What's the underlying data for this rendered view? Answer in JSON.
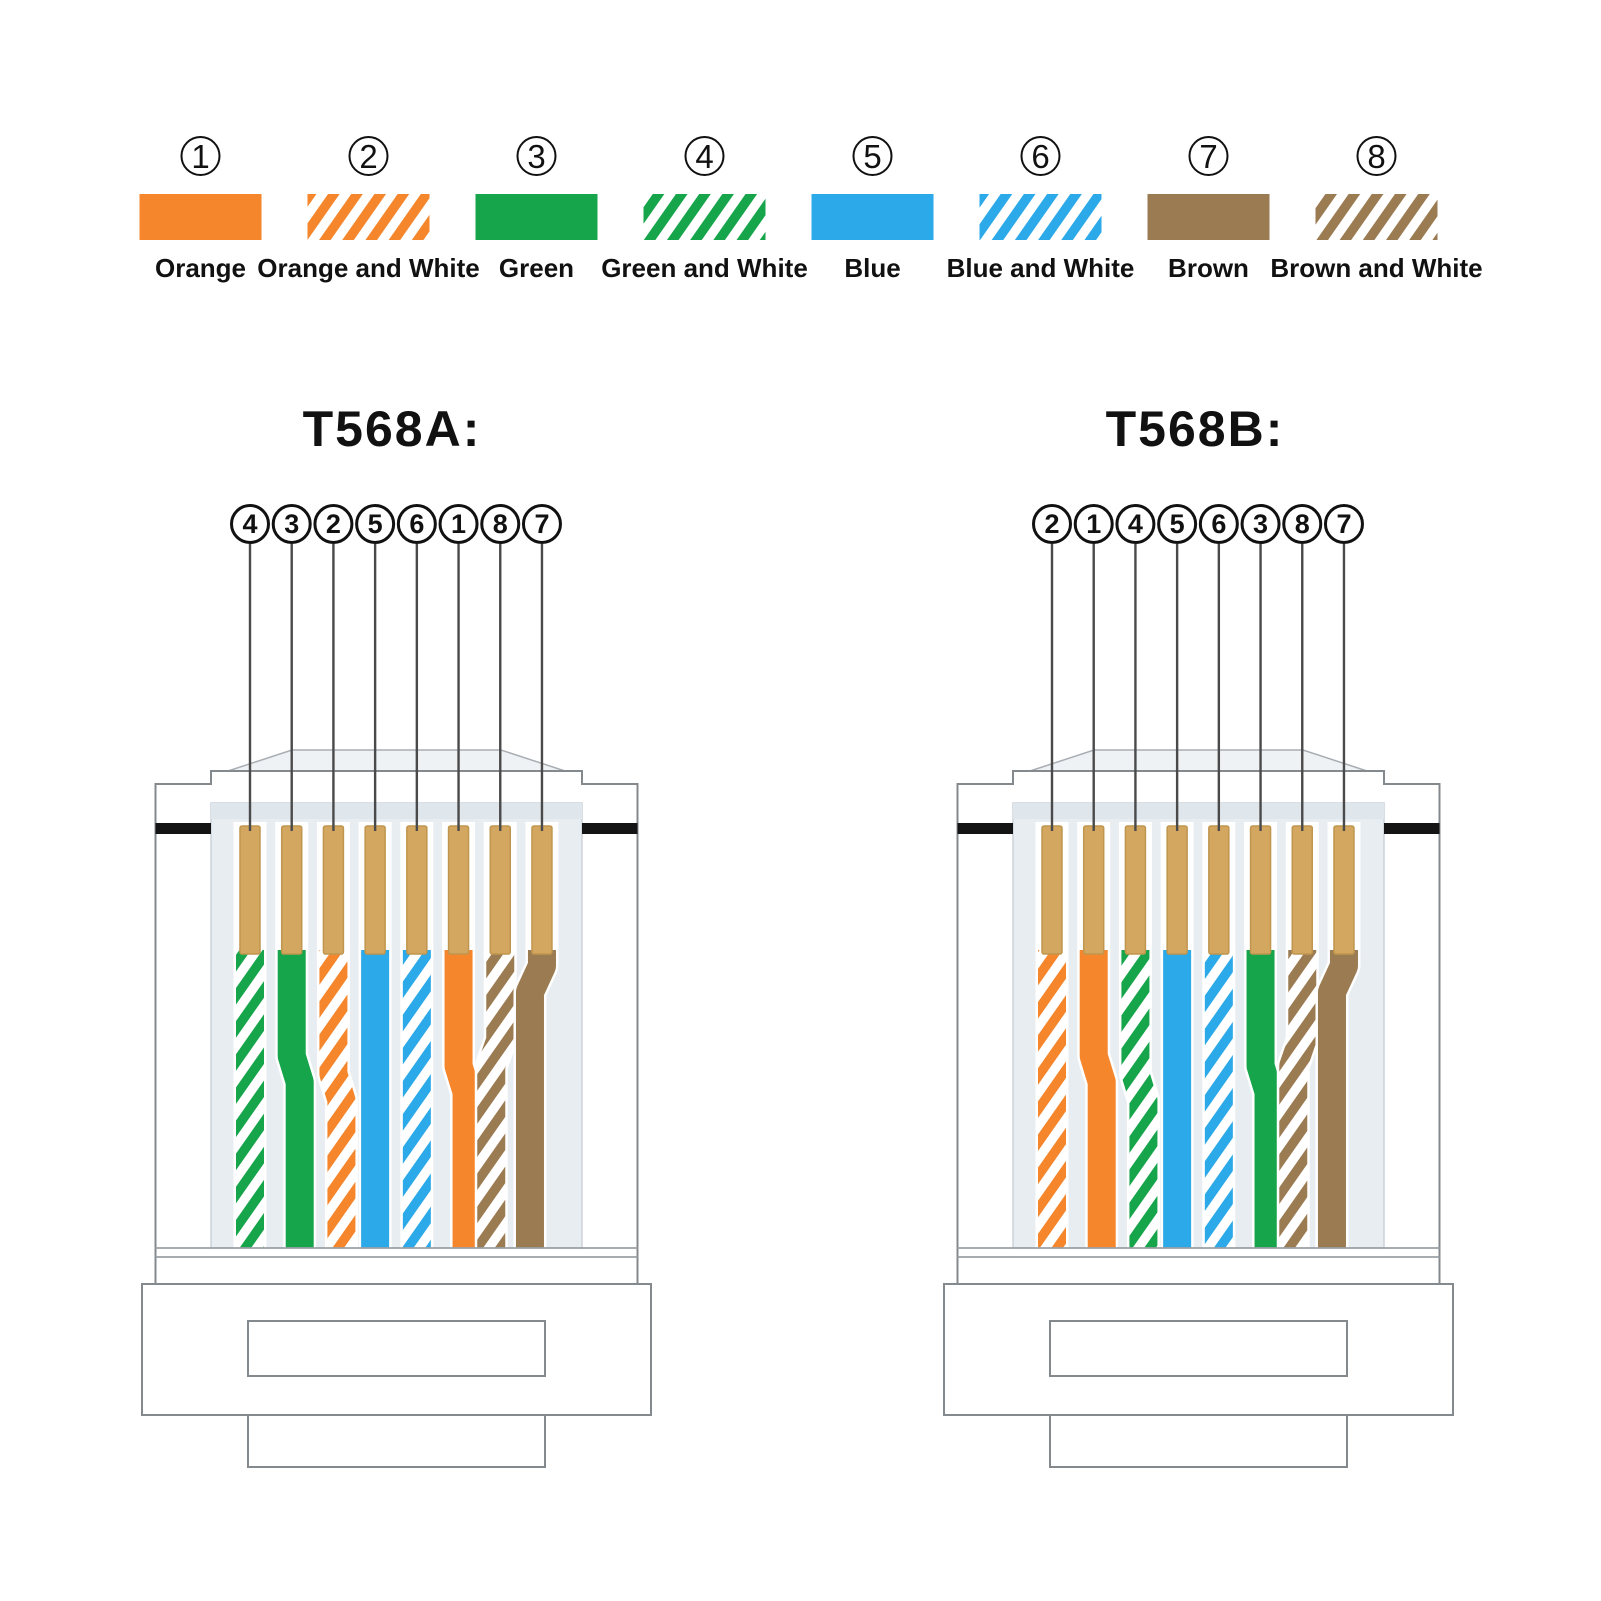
{
  "page": {
    "background": "#FFFFFF"
  },
  "colors": {
    "wire": {
      "orange": "#F5862C",
      "green": "#16A54B",
      "blue": "#2BA9E8",
      "brown": "#9B7B52"
    },
    "pin_gold": "#D3A75F",
    "pin_edge": "#C0964E",
    "panel": "#E8EDF2",
    "panel_band": "#DFE6EC",
    "panel_edge": "#CBD3DA",
    "outline": "#84898E",
    "black_bar": "#141414",
    "leader_line": "#4A4A4A",
    "circle_stroke": "#111111",
    "roof_fill": "#EEF2F5",
    "roof_stroke": "#A8AEB4",
    "divider": "#9AA0A5",
    "wire_outline": "#FFFFFF"
  },
  "legend": {
    "items": [
      {
        "number": "1",
        "label": "Orange",
        "color": "orange",
        "hatched": false
      },
      {
        "number": "2",
        "label": "Orange and White",
        "color": "orange",
        "hatched": true
      },
      {
        "number": "3",
        "label": "Green",
        "color": "green",
        "hatched": false
      },
      {
        "number": "4",
        "label": "Green and White",
        "color": "green",
        "hatched": true
      },
      {
        "number": "5",
        "label": "Blue",
        "color": "blue",
        "hatched": false
      },
      {
        "number": "6",
        "label": "Blue and White",
        "color": "blue",
        "hatched": true
      },
      {
        "number": "7",
        "label": "Brown",
        "color": "brown",
        "hatched": false
      },
      {
        "number": "8",
        "label": "Brown and White",
        "color": "brown",
        "hatched": true
      }
    ]
  },
  "connectors": [
    {
      "id": "t568a",
      "title": "T568A:",
      "pin_numbers": [
        "4",
        "3",
        "2",
        "5",
        "6",
        "1",
        "8",
        "7"
      ],
      "wires": [
        {
          "color": "green",
          "hatched": true
        },
        {
          "color": "green",
          "hatched": false
        },
        {
          "color": "orange",
          "hatched": true
        },
        {
          "color": "blue",
          "hatched": false
        },
        {
          "color": "blue",
          "hatched": true
        },
        {
          "color": "orange",
          "hatched": false
        },
        {
          "color": "brown",
          "hatched": true
        },
        {
          "color": "brown",
          "hatched": false
        }
      ]
    },
    {
      "id": "t568b",
      "title": "T568B:",
      "pin_numbers": [
        "2",
        "1",
        "4",
        "5",
        "6",
        "3",
        "8",
        "7"
      ],
      "wires": [
        {
          "color": "orange",
          "hatched": true
        },
        {
          "color": "orange",
          "hatched": false
        },
        {
          "color": "green",
          "hatched": true
        },
        {
          "color": "blue",
          "hatched": false
        },
        {
          "color": "blue",
          "hatched": true
        },
        {
          "color": "green",
          "hatched": false
        },
        {
          "color": "brown",
          "hatched": true
        },
        {
          "color": "brown",
          "hatched": false
        }
      ]
    }
  ]
}
